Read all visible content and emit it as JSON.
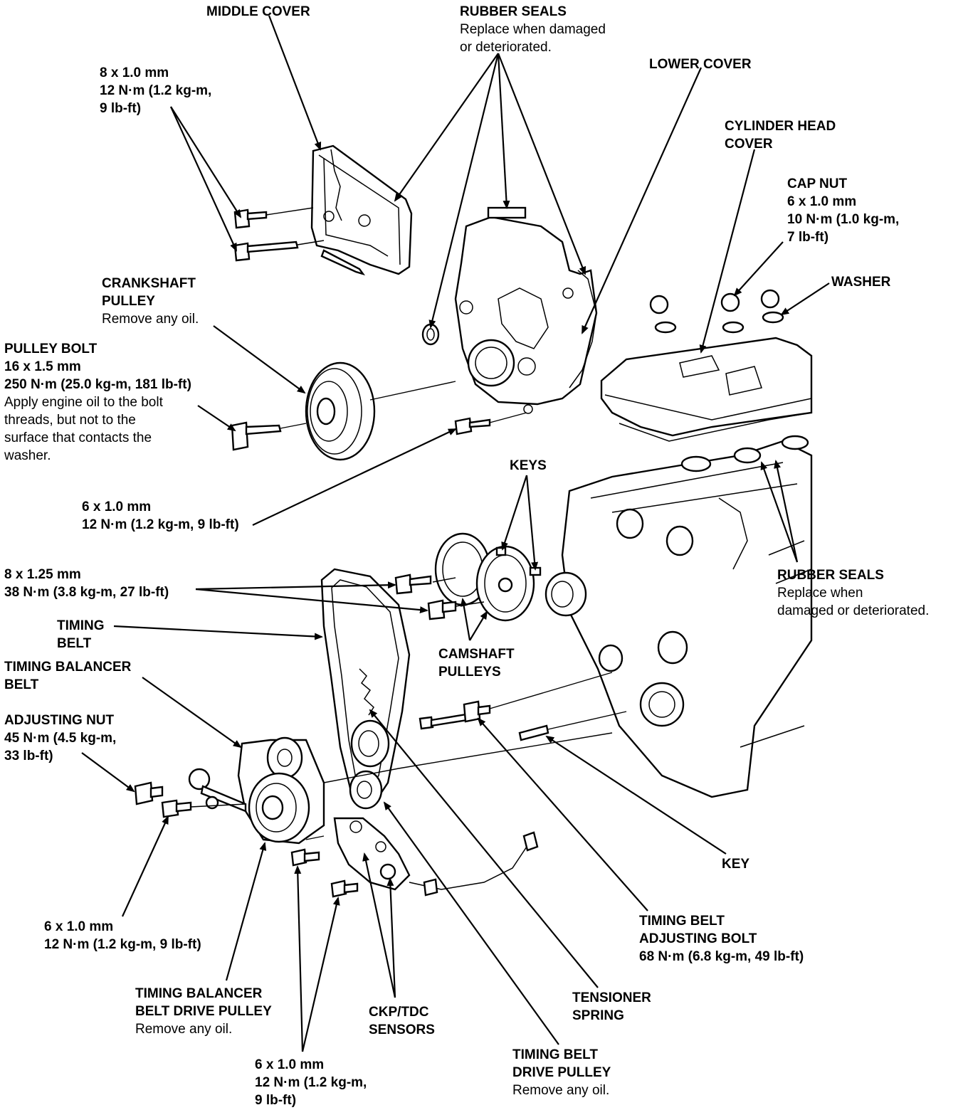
{
  "labels": {
    "middle_cover": [
      "MIDDLE COVER"
    ],
    "rubber_seals_top": {
      "title": [
        "RUBBER SEALS"
      ],
      "note": [
        "Replace when damaged",
        "or deteriorated."
      ]
    },
    "lower_cover": [
      "LOWER COVER"
    ],
    "bolt_8x1": [
      "8 x 1.0 mm",
      "12 N·m (1.2 kg-m,",
      "9 lb-ft)"
    ],
    "cyl_head_cover": [
      "CYLINDER HEAD",
      "COVER"
    ],
    "cap_nut": [
      "CAP NUT",
      "6 x 1.0 mm",
      "10 N·m (1.0 kg-m,",
      "7 lb-ft)"
    ],
    "washer": [
      "WASHER"
    ],
    "crank_pulley": {
      "title": [
        "CRANKSHAFT",
        "PULLEY"
      ],
      "note": [
        "Remove any oil."
      ]
    },
    "pulley_bolt": {
      "title": [
        "PULLEY BOLT",
        "16 x 1.5 mm",
        "250 N·m (25.0 kg-m, 181 lb-ft)"
      ],
      "note": [
        "Apply engine oil to the bolt",
        "threads, but not to the",
        "surface that contacts the",
        "washer."
      ]
    },
    "bolt_6x1_mid": [
      "6 x 1.0 mm",
      "12 N·m (1.2 kg-m, 9 lb-ft)"
    ],
    "keys": [
      "KEYS"
    ],
    "bolt_8x125": [
      "8 x 1.25 mm",
      "38 N·m (3.8 kg-m, 27 lb-ft)"
    ],
    "rubber_seals_right": {
      "title": [
        "RUBBER SEALS"
      ],
      "note": [
        "Replace when",
        "damaged or deteriorated."
      ]
    },
    "timing_belt": [
      "TIMING",
      "BELT"
    ],
    "cam_pulleys": [
      "CAMSHAFT",
      "PULLEYS"
    ],
    "balancer_belt": [
      "TIMING BALANCER",
      "BELT"
    ],
    "adjusting_nut": [
      "ADJUSTING NUT",
      "45 N·m (4.5 kg-m,",
      "33 lb-ft)"
    ],
    "key": [
      "KEY"
    ],
    "bolt_6x1_left": [
      "6 x 1.0 mm",
      "12 N·m (1.2 kg-m, 9 lb-ft)"
    ],
    "adj_bolt": [
      "TIMING BELT",
      "ADJUSTING BOLT",
      "68 N·m (6.8 kg-m, 49 lb-ft)"
    ],
    "balancer_drive": {
      "title": [
        "TIMING BALANCER",
        "BELT DRIVE PULLEY"
      ],
      "note": [
        "Remove any oil."
      ]
    },
    "tensioner_spring": [
      "TENSIONER",
      "SPRING"
    ],
    "ckp_tdc": [
      "CKP/TDC",
      "SENSORS"
    ],
    "bolt_6x1_bottom": [
      "6 x 1.0 mm",
      "12 N·m (1.2 kg-m,",
      "9 lb-ft)"
    ],
    "belt_drive": {
      "title": [
        "TIMING BELT",
        "DRIVE PULLEY"
      ],
      "note": [
        "Remove any oil."
      ]
    }
  }
}
